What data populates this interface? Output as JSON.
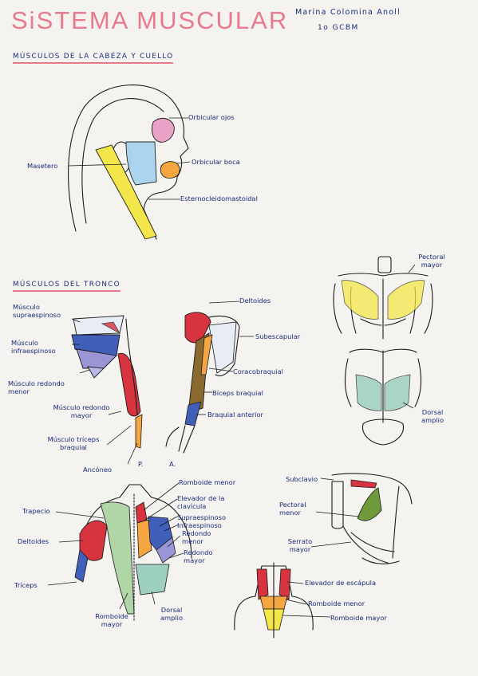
{
  "header": {
    "title": "SiSTEMA MUSCULAR",
    "author": "Marina Colomina Anoll",
    "class_info": "1o GCBM"
  },
  "sections": {
    "head_neck": "MÚSCULOS DE LA CABEZA Y CUELLO",
    "trunk": "MÚSCULOS DEL TRONCO"
  },
  "head_labels": {
    "orbicular_ojos": "Orbicular ojos",
    "orbicular_boca": "Orbicular boca",
    "masetero": "Masetero",
    "esternocleidomastoideo": "Esternocleidomastoidal"
  },
  "torso_labels": {
    "pectoral_mayor": "Pectoral mayor",
    "dorsal_amplio": "Dorsal amplio"
  },
  "arm_labels": {
    "supraespinoso": "Músculo supraespinoso",
    "infraespinoso": "Músculo infraespinoso",
    "redondo_menor": "Músculo redondo menor",
    "redondo_mayor": "Músculo redondo mayor",
    "triceps": "Músculo tríceps braquial",
    "anconeo": "Ancóneo",
    "posterior": "P.",
    "deltoides": "Deltoides",
    "subescapular": "Subescapular",
    "coracobraquial": "Coracobraquial",
    "biceps": "Bíceps braquial",
    "braquial_anterior": "Braquial anterior",
    "anterior": "A."
  },
  "back_labels": {
    "romboide_menor": "Romboide menor",
    "elevador_clavicula": "Elevador de la clavícula",
    "supraespinoso": "Supraespinoso",
    "infraespinoso": "Infraespinoso",
    "redondo_menor": "Redondo menor",
    "redondo_mayor": "Redondo mayor",
    "trapecio": "Trapecio",
    "deltoides": "Deltoides",
    "triceps": "Tríceps",
    "romboide_mayor": "Romboide mayor",
    "dorsal_amplio": "Dorsal amplio"
  },
  "chest_labels": {
    "subclavio": "Subclavio",
    "pectoral_menor": "Pectoral menor",
    "serrato_mayor": "Serrato mayor"
  },
  "neck_labels": {
    "elevador_escapula": "Elevador de escápula",
    "romboide_menor": "Romboide menor",
    "romboide_mayor": "Romboide mayor"
  },
  "colors": {
    "title": "#e97a8e",
    "ink": "#1b2a7a",
    "pink_muscle": "#e9a3c8",
    "yellow_muscle": "#f3e64a",
    "blue_muscle": "#a8d4ee",
    "orange_muscle": "#f5a640",
    "red_muscle": "#d8343f",
    "navy_muscle": "#3f5fb8",
    "green_muscle": "#a9d2a0",
    "teal_muscle": "#9ccfc0",
    "brown_muscle": "#8a6a2e"
  }
}
